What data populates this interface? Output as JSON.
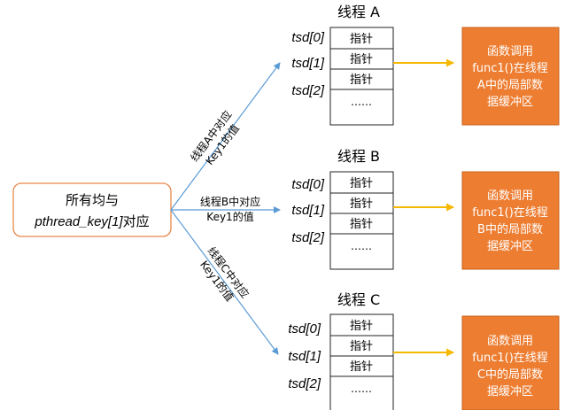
{
  "root": {
    "line1": "所有均与",
    "line2_italic": "pthread_key[1]",
    "line2_suffix": "对应"
  },
  "edges": [
    {
      "line1": "线程A中对应",
      "line2": "Key1的值"
    },
    {
      "line1": "线程B中对应",
      "line2": "Key1的值"
    },
    {
      "line1": "线程C中对应",
      "line2": "Key1的值"
    }
  ],
  "threads": [
    {
      "title": "线程 A",
      "tsd_labels": [
        "tsd[0]",
        "tsd[1]",
        "tsd[2]"
      ],
      "cells": [
        "指针",
        "指针",
        "指针",
        "……"
      ],
      "buffer_lines": [
        "函数调用",
        "func1()在线程",
        "A中的局部数",
        "据缓冲区"
      ]
    },
    {
      "title": "线程 B",
      "tsd_labels": [
        "tsd[0]",
        "tsd[1]",
        "tsd[2]"
      ],
      "cells": [
        "指针",
        "指针",
        "指针",
        "……"
      ],
      "buffer_lines": [
        "函数调用",
        "func1()在线程",
        "B中的局部数",
        "据缓冲区"
      ]
    },
    {
      "title": "线程 C",
      "tsd_labels": [
        "tsd[0]",
        "tsd[1]",
        "tsd[2]"
      ],
      "cells": [
        "指针",
        "指针",
        "指针",
        "……"
      ],
      "buffer_lines": [
        "函数调用",
        "func1()在线程",
        "C中的局部数",
        "据缓冲区"
      ]
    }
  ],
  "colors": {
    "root_border": "#e8884a",
    "branch_line": "#5b9bd5",
    "pointer_arrow": "#f5b800",
    "buffer_fill": "#ed7d31",
    "buffer_border": "#c8641c",
    "table_border": "#222222"
  }
}
